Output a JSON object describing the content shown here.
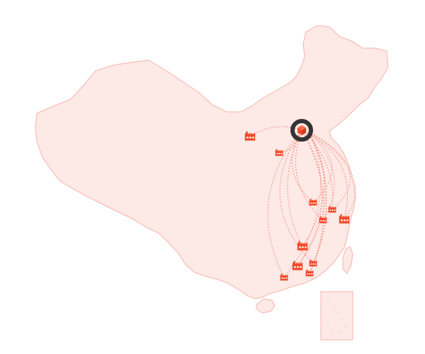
{
  "map": {
    "land_fill": "#fde9e6",
    "land_stroke": "#f6b4aa",
    "route_color": "#f28a7c",
    "factory_color": "#f04a2a",
    "hub_ring_color": "#333333",
    "hub_cube_color": "#f04a2a",
    "inset_fill": "#fde9e6",
    "inset_stroke": "#f6b4aa"
  },
  "hub": {
    "icon": "logo-cube-icon"
  },
  "factories": [
    {
      "id": "factory-1",
      "icon": "factory-icon"
    },
    {
      "id": "factory-2",
      "icon": "factory-icon"
    },
    {
      "id": "factory-3",
      "icon": "factory-icon"
    },
    {
      "id": "factory-4",
      "icon": "factory-icon"
    },
    {
      "id": "factory-5",
      "icon": "factory-icon"
    },
    {
      "id": "factory-6",
      "icon": "factory-icon"
    },
    {
      "id": "factory-7",
      "icon": "factory-icon"
    },
    {
      "id": "factory-8",
      "icon": "factory-icon"
    },
    {
      "id": "factory-9",
      "icon": "factory-icon"
    },
    {
      "id": "factory-10",
      "icon": "factory-icon"
    },
    {
      "id": "factory-11",
      "icon": "factory-icon"
    }
  ]
}
